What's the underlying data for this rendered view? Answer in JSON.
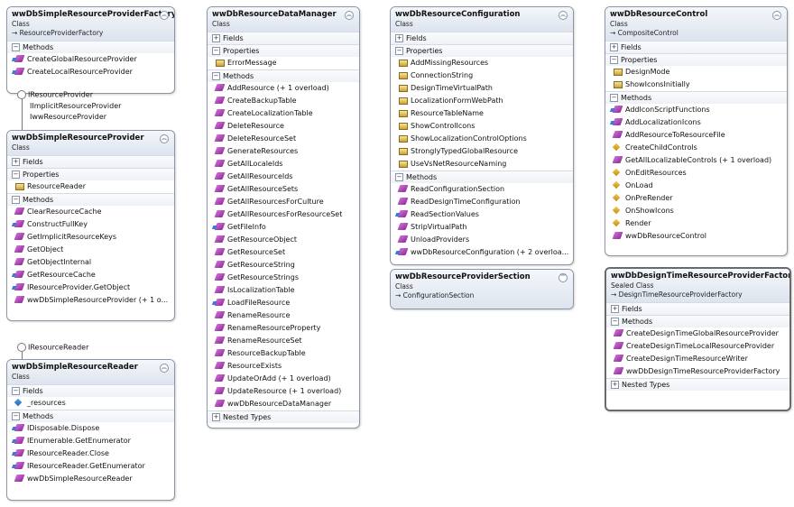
{
  "classes": {
    "factory": {
      "title": "wwDbSimpleResourceProviderFactory",
      "kind": "Class",
      "inherits": "→ ResourceProviderFactory",
      "sections": {
        "methods": "Methods"
      },
      "methods": [
        "CreateGlobalResourceProvider",
        "CreateLocalResourceProvider"
      ]
    },
    "provider": {
      "title": "wwDbSimpleResourceProvider",
      "kind": "Class",
      "sections": {
        "fields": "Fields",
        "properties": "Properties",
        "methods": "Methods"
      },
      "properties": [
        "ResourceReader"
      ],
      "methods": [
        "ClearResourceCache",
        "ConstructFullKey",
        "GetImplicitResourceKeys",
        "GetObject",
        "GetObjectInternal",
        "GetResourceCache",
        "IResourceProvider.GetObject",
        "wwDbSimpleResourceProvider (+ 1 o..."
      ]
    },
    "reader": {
      "title": "wwDbSimpleResourceReader",
      "kind": "Class",
      "sections": {
        "fields": "Fields",
        "methods": "Methods"
      },
      "fields": [
        "_resources"
      ],
      "methods": [
        "IDisposable.Dispose",
        "IEnumerable.GetEnumerator",
        "IResourceReader.Close",
        "IResourceReader.GetEnumerator",
        "wwDbSimpleResourceReader"
      ]
    },
    "datamanager": {
      "title": "wwDbResourceDataManager",
      "kind": "Class",
      "sections": {
        "fields": "Fields",
        "properties": "Properties",
        "methods": "Methods",
        "nested": "Nested Types"
      },
      "properties": [
        "ErrorMessage"
      ],
      "methods": [
        "AddResource (+ 1 overload)",
        "CreateBackupTable",
        "CreateLocalizationTable",
        "DeleteResource",
        "DeleteResourceSet",
        "GenerateResources",
        "GetAllLocaleIds",
        "GetAllResourceIds",
        "GetAllResourceSets",
        "GetAllResourcesForCulture",
        "GetAllResourcesForResourceSet",
        "GetFileInfo",
        "GetResourceObject",
        "GetResourceSet",
        "GetResourceString",
        "GetResourceStrings",
        "IsLocalizationTable",
        "LoadFileResource",
        "RenameResource",
        "RenameResourceProperty",
        "RenameResourceSet",
        "ResourceBackupTable",
        "ResourceExists",
        "UpdateOrAdd (+ 1 overload)",
        "UpdateResource (+ 1 overload)",
        "wwDbResourceDataManager"
      ]
    },
    "configuration": {
      "title": "wwDbResourceConfiguration",
      "kind": "Class",
      "sections": {
        "fields": "Fields",
        "properties": "Properties",
        "methods": "Methods"
      },
      "properties": [
        "AddMissingResources",
        "ConnectionString",
        "DesignTimeVirtualPath",
        "LocalizationFormWebPath",
        "ResourceTableName",
        "ShowControlIcons",
        "ShowLocalizationControlOptions",
        "StronglyTypedGlobalResource",
        "UseVsNetResourceNaming"
      ],
      "methods": [
        "ReadConfigurationSection",
        "ReadDesignTimeConfiguration",
        "ReadSectionValues",
        "StripVirtualPath",
        "UnloadProviders",
        "wwDbResourceConfiguration (+ 2 overloa..."
      ]
    },
    "section": {
      "title": "wwDbResourceProviderSection",
      "kind": "Class",
      "inherits": "→ ConfigurationSection"
    },
    "control": {
      "title": "wwDbResourceControl",
      "kind": "Class",
      "inherits": "→ CompositeControl",
      "sections": {
        "fields": "Fields",
        "properties": "Properties",
        "methods": "Methods"
      },
      "properties": [
        "DesignMode",
        "ShowIconsInitially"
      ],
      "methods": [
        "AddIconScriptFunctions",
        "AddLocalizationIcons",
        "AddResourceToResourceFile",
        "CreateChildControls",
        "GetAllLocalizableControls (+ 1 overload)",
        "OnEditResources",
        "OnLoad",
        "OnPreRender",
        "OnShowIcons",
        "Render",
        "wwDbResourceControl"
      ]
    },
    "designfactory": {
      "title": "wwDbDesignTimeResourceProviderFactory",
      "kind": "Sealed Class",
      "inherits": "→ DesignTimeResourceProviderFactory",
      "sections": {
        "fields": "Fields",
        "methods": "Methods",
        "nested": "Nested Types"
      },
      "methods": [
        "CreateDesignTimeGlobalResourceProvider",
        "CreateDesignTimeLocalResourceProvider",
        "CreateDesignTimeResourceWriter",
        "wwDbDesignTimeResourceProviderFactory"
      ]
    }
  },
  "interfaces": {
    "provider_lollipop": [
      "IResourceProvider",
      "IImplicitResourceProvider",
      "IwwResourceProvider"
    ],
    "reader_lollipop": [
      "IResourceReader"
    ]
  }
}
